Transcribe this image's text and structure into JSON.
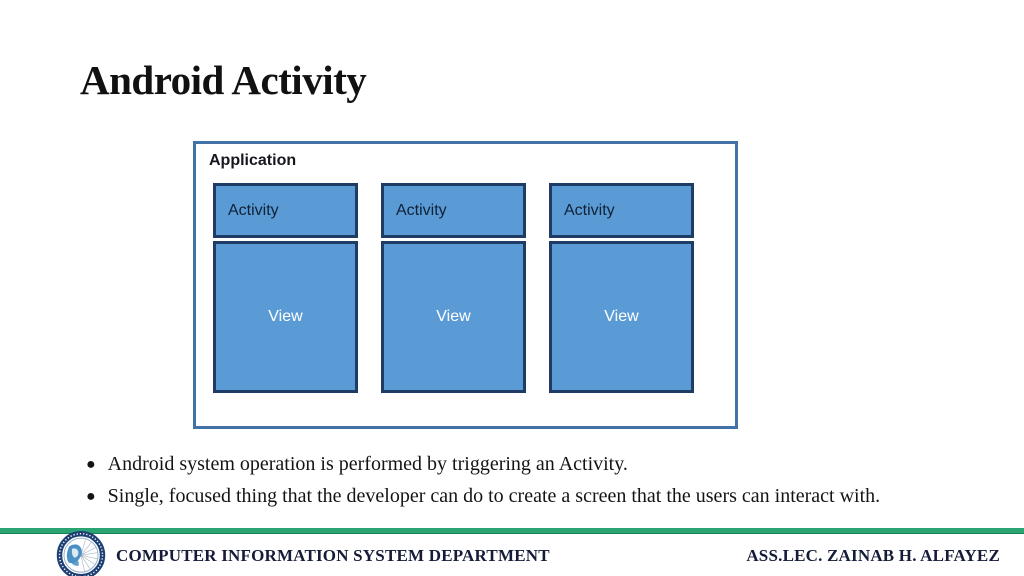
{
  "slide": {
    "title": "Android Activity",
    "diagram": {
      "container_label": "Application",
      "activities": [
        {
          "header": "Activity",
          "body": "View"
        },
        {
          "header": "Activity",
          "body": "View"
        },
        {
          "header": "Activity",
          "body": "View"
        }
      ]
    },
    "bullets": [
      "Android system operation is performed by triggering an Activity.",
      "Single, focused thing that the developer can do to create a screen that the users can interact with."
    ],
    "footer": {
      "department": "COMPUTER INFORMATION SYSTEM DEPARTMENT",
      "lecturer": "ASS.LEC. ZAINAB H. ALFAYEZ",
      "logo_icon": "university-seal-icon"
    },
    "colors": {
      "activity_fill": "#5b9bd5",
      "activity_border": "#1e3c66",
      "outer_border": "#4373a6",
      "footer_line": "#2ba473",
      "footer_text": "#151b38"
    }
  }
}
